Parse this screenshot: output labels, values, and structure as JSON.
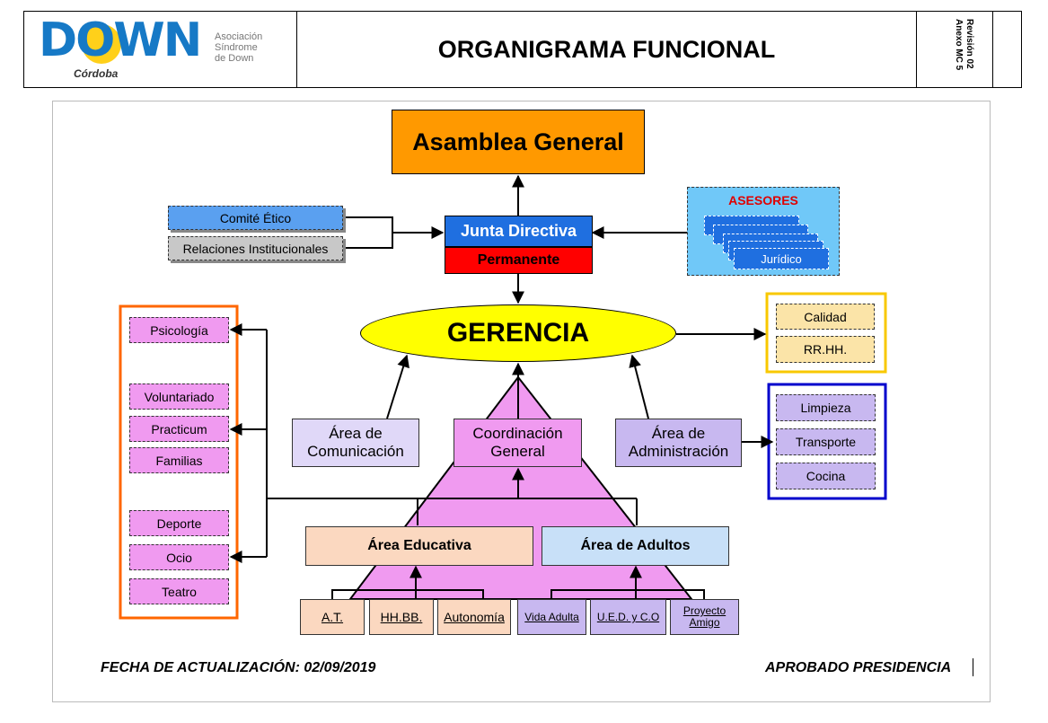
{
  "header": {
    "logo_word": "DOWN",
    "logo_city": "Córdoba",
    "logo_assoc": [
      "Asociación",
      "Síndrome",
      "de Down"
    ],
    "title": "ORGANIGRAMA FUNCIONAL",
    "revision": [
      "Revisión 02",
      "Anexo MC 5"
    ]
  },
  "nodes": {
    "asamblea": "Asamblea General",
    "junta": "Junta Directiva",
    "permanente": "Permanente",
    "comite": "Comité Ético",
    "relaciones": "Relaciones Institucionales",
    "asesores_title": "ASESORES",
    "asesores_item": "Jurídico",
    "gerencia": "GERENCIA",
    "calidad": "Calidad",
    "rrhh": "RR.HH.",
    "limpieza": "Limpieza",
    "transporte": "Transporte",
    "cocina": "Cocina",
    "area_comunicacion": [
      "Área de",
      "Comunicación"
    ],
    "coordinacion": [
      "Coordinación",
      "General"
    ],
    "area_administracion": [
      "Área de",
      "Administración"
    ],
    "area_educativa": "Área Educativa",
    "area_adultos": "Área de Adultos",
    "left_items": [
      "Psicología",
      "Voluntariado",
      "Practicum",
      "Familias",
      "Deporte",
      "Ocio",
      "Teatro"
    ],
    "edu_items": [
      "A.T.",
      "HH.BB.",
      "Autonomía"
    ],
    "adult_items": [
      "Vida Adulta",
      "U.E.D. y C.O",
      "Proyecto Amigo"
    ]
  },
  "colors": {
    "orange": "#ff9900",
    "junta_blue": "#1f6fe0",
    "red": "#ff0000",
    "gerencia_yellow": "#ffff00",
    "pink": "#f09af0",
    "comite_blue": "#5aa0f0",
    "grey": "#c8c8c8",
    "light_blue_box": "#70c8f8",
    "purple_light": "#c8b8f0",
    "peach": "#fbd8c0",
    "light_blue": "#c8e0f8",
    "lavender": "#e0d8f8",
    "cream": "#fbe4a8",
    "orange_border": "#ff6600",
    "yellow_border": "#f8c800",
    "blue_border": "#0000cc"
  },
  "footer": {
    "fecha": "FECHA DE ACTUALIZACIÓN: 02/09/2019",
    "aprobado": "APROBADO PRESIDENCIA"
  }
}
